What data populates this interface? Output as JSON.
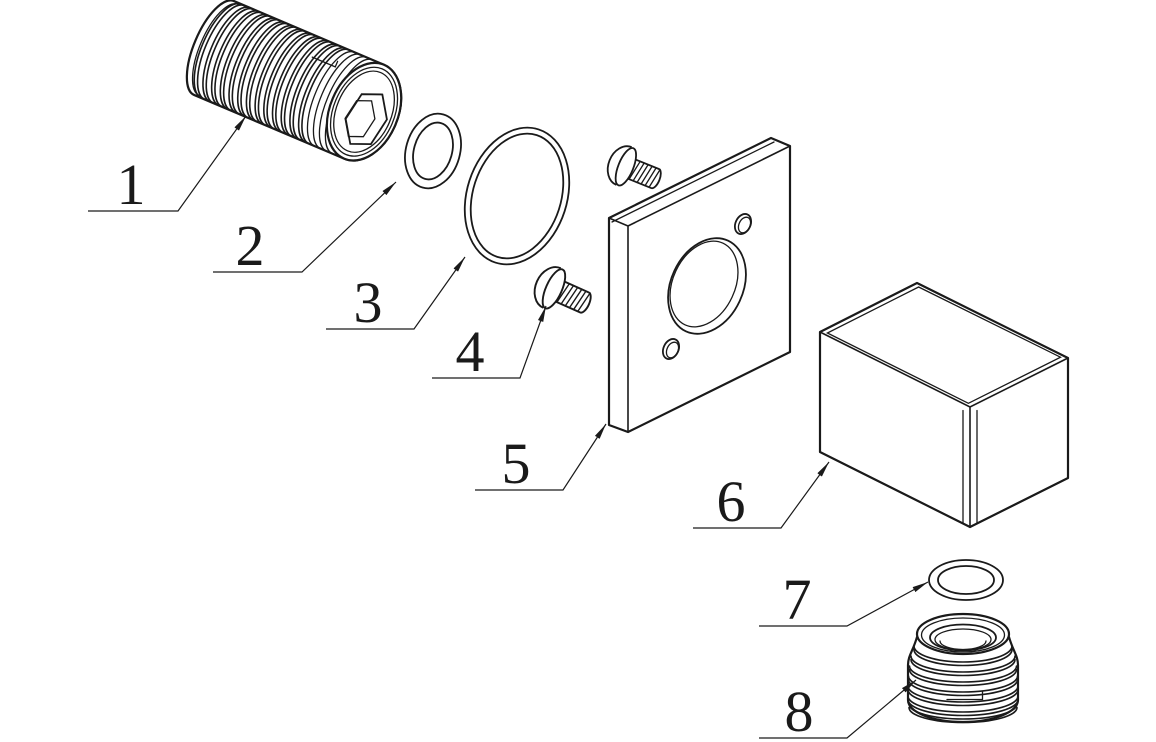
{
  "diagram": {
    "background_color": "#ffffff",
    "line_color": "#1a1a1a",
    "callouts": [
      {
        "label": "1",
        "part": "threaded-set-screw-nipple"
      },
      {
        "label": "2",
        "part": "washer-ring"
      },
      {
        "label": "3",
        "part": "o-ring"
      },
      {
        "label": "4",
        "part": "pan-head-screw"
      },
      {
        "label": "5",
        "part": "mounting-plate"
      },
      {
        "label": "6",
        "part": "body-box"
      },
      {
        "label": "7",
        "part": "flat-washer"
      },
      {
        "label": "8",
        "part": "threaded-bushing"
      }
    ]
  }
}
